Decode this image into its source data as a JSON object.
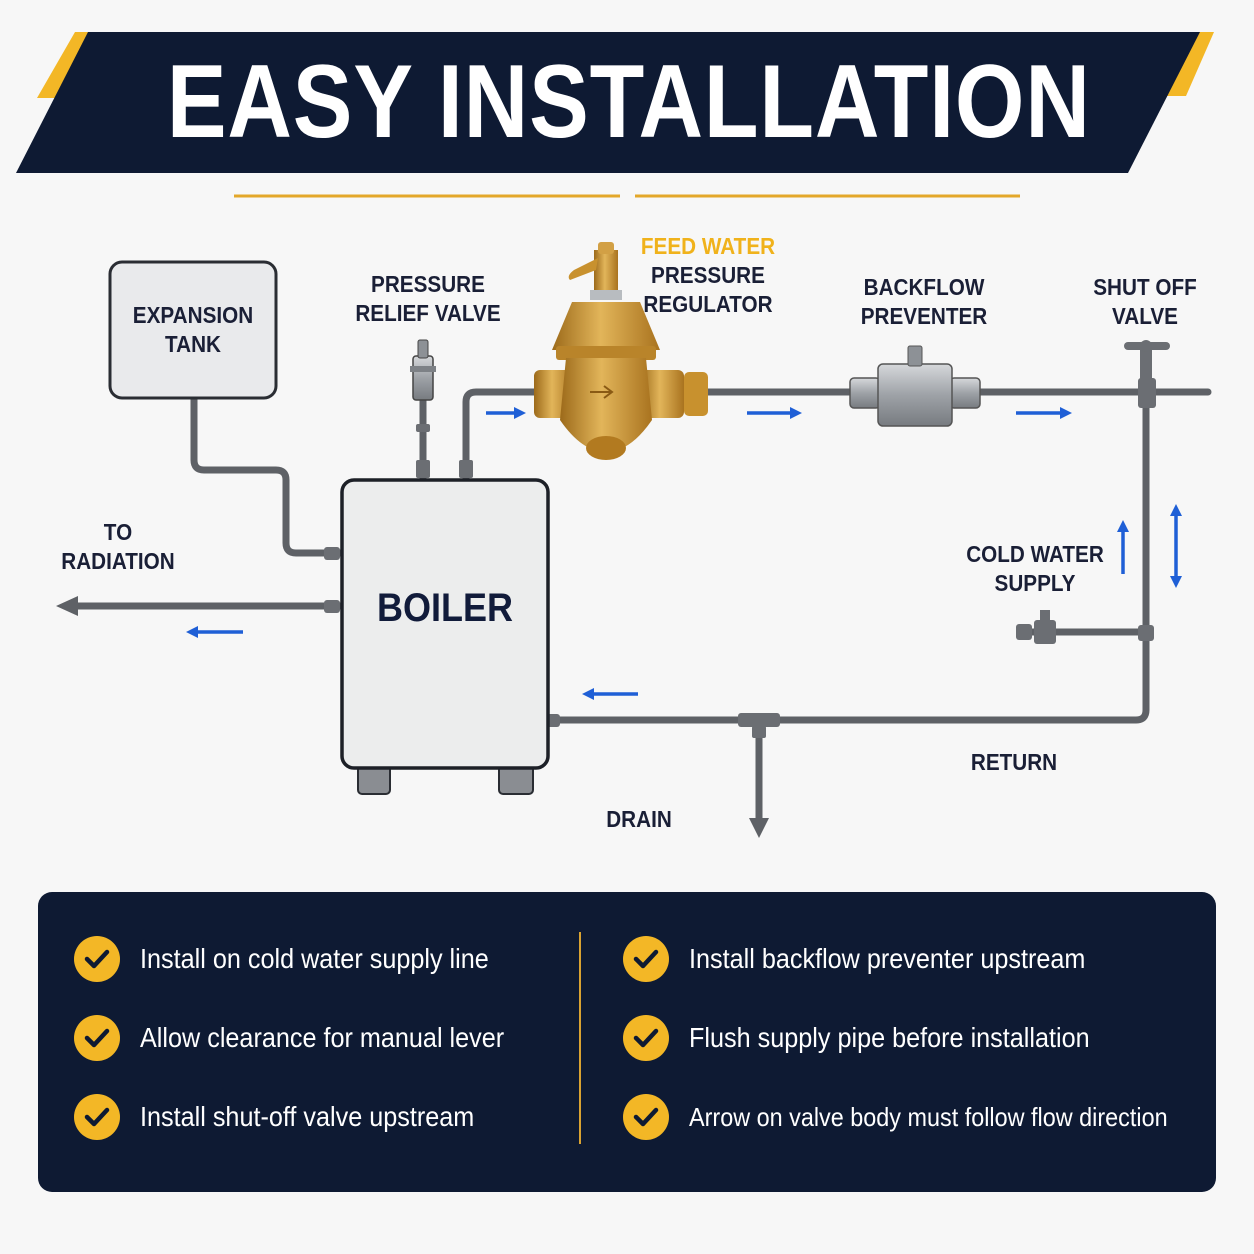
{
  "banner": {
    "title": "EASY INSTALLATION"
  },
  "labels": {
    "expansion_tank": [
      "EXPANSION",
      "TANK"
    ],
    "pressure_relief": [
      "PRESSURE",
      "RELIEF VALVE"
    ],
    "feed_water": "FEED WATER",
    "pressure_regulator": [
      "PRESSURE",
      "REGULATOR"
    ],
    "backflow": [
      "BACKFLOW",
      "PREVENTER"
    ],
    "shutoff": [
      "SHUT OFF",
      "VALVE"
    ],
    "to_radiation": [
      "TO",
      "RADIATION"
    ],
    "boiler": "BOILER",
    "cold_water": [
      "COLD WATER",
      "SUPPLY"
    ],
    "return": "RETURN",
    "drain": "DRAIN"
  },
  "tips": [
    "Install on cold water supply line",
    "Allow clearance for manual lever",
    "Install shut-off valve upstream",
    "Install backflow preventer upstream",
    "Flush supply pipe before installation",
    "Arrow on valve body must follow flow direction"
  ],
  "colors": {
    "navy": "#0e1a33",
    "accent_yellow": "#f3b726",
    "flow_arrow_blue": "#1f5fd6",
    "pipe_gray": "#5e6166",
    "brass": "#c8912e"
  }
}
